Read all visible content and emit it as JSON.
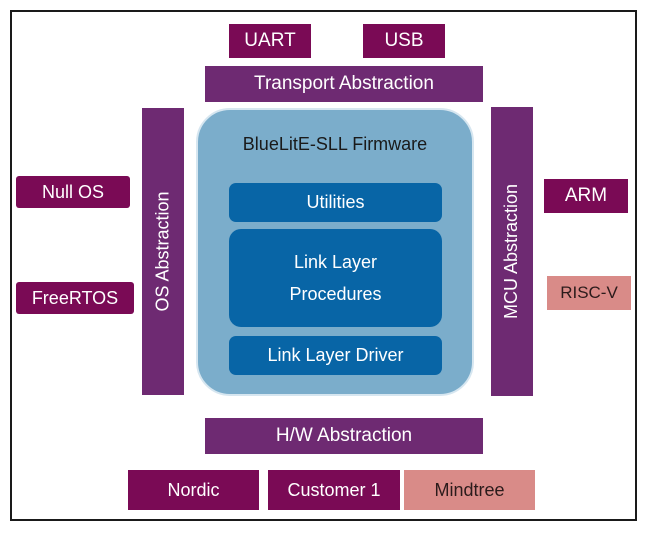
{
  "diagram": {
    "top_interfaces": [
      "UART",
      "USB"
    ],
    "transport_layer": "Transport Abstraction",
    "os_layer": "OS Abstraction",
    "mcu_layer": "MCU Abstraction",
    "hw_layer": "H/W Abstraction",
    "firmware": {
      "title": "BlueLitE-SLL Firmware",
      "modules": {
        "utilities": "Utilities",
        "link_layer_procedures_line1": "Link Layer",
        "link_layer_procedures_line2": "Procedures",
        "link_layer_driver": "Link Layer Driver"
      }
    },
    "os_options": [
      "Null OS",
      "FreeRTOS"
    ],
    "mcu_options": [
      "ARM",
      "RISC-V"
    ],
    "hw_options": [
      "Nordic",
      "Customer 1",
      "Mindtree"
    ]
  },
  "colors": {
    "dark_magenta": "#7a0a55",
    "purple": "#6e2a72",
    "pink": "#d98b88",
    "firmware_bg": "#7badcb",
    "module_blue": "#0865a6"
  }
}
